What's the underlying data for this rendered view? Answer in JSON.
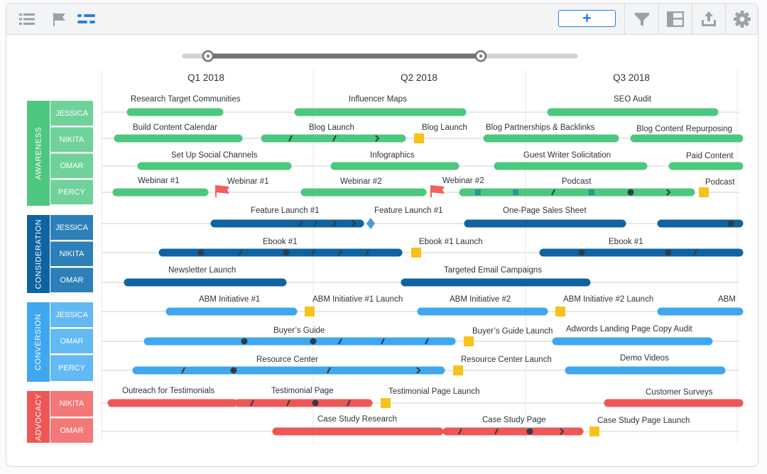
{
  "colors": {
    "awareness": "#4dc77f",
    "awareness_light": "#6fd29a",
    "consideration": "#0f63a0",
    "consideration_light": "#2d7fb8",
    "conversion": "#3ea7ef",
    "conversion_light": "#62b9f3",
    "advocacy": "#ef5656",
    "advocacy_light": "#f37878",
    "milestone": "#f7c21b",
    "flag": "#f25f5c",
    "accent": "#2a7fe0"
  },
  "toolbar": {
    "add_label": "+",
    "icons": [
      "list-icon",
      "flag-icon",
      "timeline-icon",
      "filter-icon",
      "layout-icon",
      "export-icon",
      "settings-icon"
    ]
  },
  "timeline": {
    "quarters": [
      "Q1 2018",
      "Q2 2018",
      "Q3 2018"
    ]
  },
  "groups": [
    {
      "name": "AWARENESS",
      "color": "awareness",
      "people": [
        "JESSICA",
        "NIKITA",
        "OMAR",
        "PERCY"
      ]
    },
    {
      "name": "CONSIDERATION",
      "color": "consideration",
      "people": [
        "JESSICA",
        "NIKITA",
        "OMAR"
      ]
    },
    {
      "name": "CONVERSION",
      "color": "conversion",
      "people": [
        "JESSICA",
        "OMAR",
        "PERCY"
      ]
    },
    {
      "name": "ADVOCACY",
      "color": "advocacy",
      "people": [
        "NIKITA",
        "OMAR"
      ]
    }
  ],
  "labels": [
    "Research Target Communities",
    "Influencer Maps",
    "SEO Audit",
    "Build Content Calendar",
    "Blog Launch",
    "Blog Launch",
    "Blog Partnerships & Backlinks",
    "Blog Content Repurposing",
    "Set Up Social Channels",
    "Infographics",
    "Guest Writer Solicitation",
    "Paid Content",
    "Webinar #1",
    "Webinar #1",
    "Webinar #2",
    "Webinar #2",
    "Podcast",
    "Podcast",
    "Feature Launch #1",
    "Feature Launch #1",
    "One-Page Sales Sheet",
    "Ebook #1",
    "Ebook  #1 Launch",
    "Ebook #1",
    "Newsletter Launch",
    "Targeted Email Campaigns",
    "ABM Initiative #1",
    "ABM Initiative #1 Launch",
    "ABM Initiative #2",
    "ABM Initiative #2 Launch",
    "ABM",
    "Buyer’s Guide",
    "Buyer’s Guide Launch",
    "Adwords Landing Page Copy Audit",
    "Resource Center",
    "Resource Center Launch",
    "Demo Videos",
    "Outreach for Testimonials",
    "Testimonial Page",
    "Testimonial Page Launch",
    "Customer Surveys",
    "Case Study Research",
    "Case Study Page",
    "Case Study Page Launch"
  ]
}
